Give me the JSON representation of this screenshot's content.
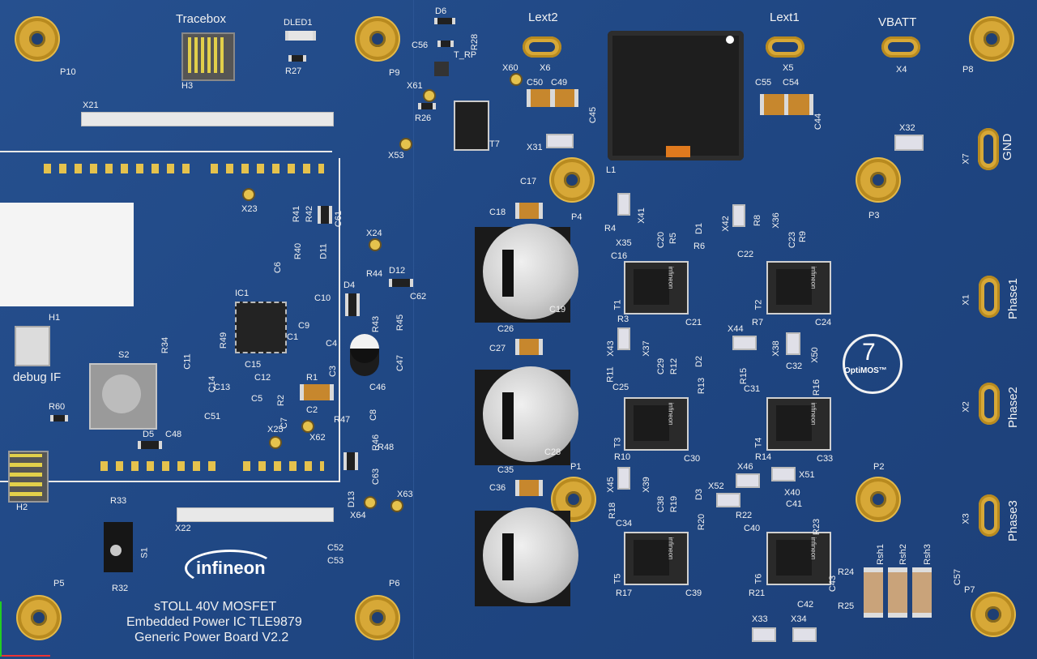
{
  "board": {
    "lines": [
      "sTOLL 40V MOSFET",
      "Embedded Power IC TLE9879",
      "Generic Power Board V2.2"
    ],
    "brand": "infineon",
    "badge_number": "7",
    "badge_text": "OptiMOS™"
  },
  "labels": {
    "Tracebox": "Tracebox",
    "H3": "H3",
    "DLED1": "DLED1",
    "R27": "R27",
    "P10": "P10",
    "P9": "P9",
    "D6": "D6",
    "C56": "C56",
    "R28": "R28",
    "T_RP": "T_RP",
    "X60": "X60",
    "X61": "X61",
    "R26": "R26",
    "X53": "X53",
    "T7": "T7",
    "Lext2": "Lext2",
    "X6": "X6",
    "C50": "C50",
    "C49": "C49",
    "C45": "C45",
    "X31": "X31",
    "L1": "L1",
    "Lext1": "Lext1",
    "X5": "X5",
    "C55": "C55",
    "C54": "C54",
    "C44": "C44",
    "VBATT": "VBATT",
    "X4": "X4",
    "P8": "P8",
    "X32": "X32",
    "X7": "X7",
    "GND": "GND",
    "P3": "P3",
    "P4": "P4",
    "X21": "X21",
    "X23": "X23",
    "R41": "R41",
    "R42": "R42",
    "C61": "C61",
    "R40": "R40",
    "D11": "D11",
    "C6": "C6",
    "X24": "X24",
    "R44": "R44",
    "D12": "D12",
    "D4": "D4",
    "C62": "C62",
    "R43": "R43",
    "R45": "R45",
    "IC1": "IC1",
    "C10": "C10",
    "C9": "C9",
    "C1": "C1",
    "C4": "C4",
    "C3": "C3",
    "C11": "C11",
    "R49": "R49",
    "R34": "R34",
    "C15": "C15",
    "C12": "C12",
    "C14": "C14",
    "C13": "C13",
    "C5": "C5",
    "R2": "R2",
    "C7": "C7",
    "R1": "R1",
    "C2": "C2",
    "C47": "C47",
    "C46": "C46",
    "C8": "C8",
    "R46": "R46",
    "R47": "R47",
    "R48": "R48",
    "C63": "C63",
    "D13": "D13",
    "X25": "X25",
    "X62": "X62",
    "C51": "C51",
    "H1": "H1",
    "debug_IF": "debug IF",
    "S2": "S2",
    "R60": "R60",
    "D5": "D5",
    "C48": "C48",
    "H2": "H2",
    "X22": "X22",
    "X64": "X64",
    "X63": "X63",
    "R33": "R33",
    "S1": "S1",
    "R32": "R32",
    "C52": "C52",
    "C53": "C53",
    "P5": "P5",
    "P6": "P6",
    "C17": "C17",
    "C18": "C18",
    "C19": "C19",
    "C26": "C26",
    "C27": "C27",
    "C28": "C28",
    "C35": "C35",
    "C36": "C36",
    "P1": "P1",
    "X41": "X41",
    "D1": "D1",
    "R4": "R4",
    "C20": "C20",
    "R5": "R5",
    "X35": "X35",
    "R6": "R6",
    "C16": "C16",
    "T1": "T1",
    "R3": "R3",
    "C21": "C21",
    "X42": "X42",
    "R8": "R8",
    "X36": "X36",
    "C23": "C23",
    "R9": "R9",
    "C22": "C22",
    "T2": "T2",
    "R7": "R7",
    "C24": "C24",
    "X43": "X43",
    "X37": "X37",
    "C29": "C29",
    "R12": "R12",
    "D2": "D2",
    "R11": "R11",
    "R13": "R13",
    "C25": "C25",
    "T3": "T3",
    "R10": "R10",
    "C30": "C30",
    "X44": "X44",
    "X38": "X38",
    "X50": "X50",
    "R15": "R15",
    "C32": "C32",
    "R16": "R16",
    "C31": "C31",
    "T4": "T4",
    "R14": "R14",
    "C33": "C33",
    "X45": "X45",
    "X39": "X39",
    "C38": "C38",
    "R19": "R19",
    "D3": "D3",
    "R18": "R18",
    "R20": "R20",
    "C34": "C34",
    "T5": "T5",
    "R17": "R17",
    "C39": "C39",
    "X46": "X46",
    "X51": "X51",
    "X52": "X52",
    "X40": "X40",
    "R22": "R22",
    "C41": "C41",
    "R23": "R23",
    "C40": "C40",
    "T6": "T6",
    "R21": "R21",
    "C42": "C42",
    "C43": "C43",
    "X1": "X1",
    "Phase1": "Phase1",
    "X2": "X2",
    "Phase2": "Phase2",
    "X3": "X3",
    "Phase3": "Phase3",
    "P2": "P2",
    "Rsh1": "Rsh1",
    "Rsh2": "Rsh2",
    "Rsh3": "Rsh3",
    "C57": "C57",
    "R24": "R24",
    "R25": "R25",
    "P7": "P7",
    "X33": "X33",
    "X34": "X34"
  }
}
